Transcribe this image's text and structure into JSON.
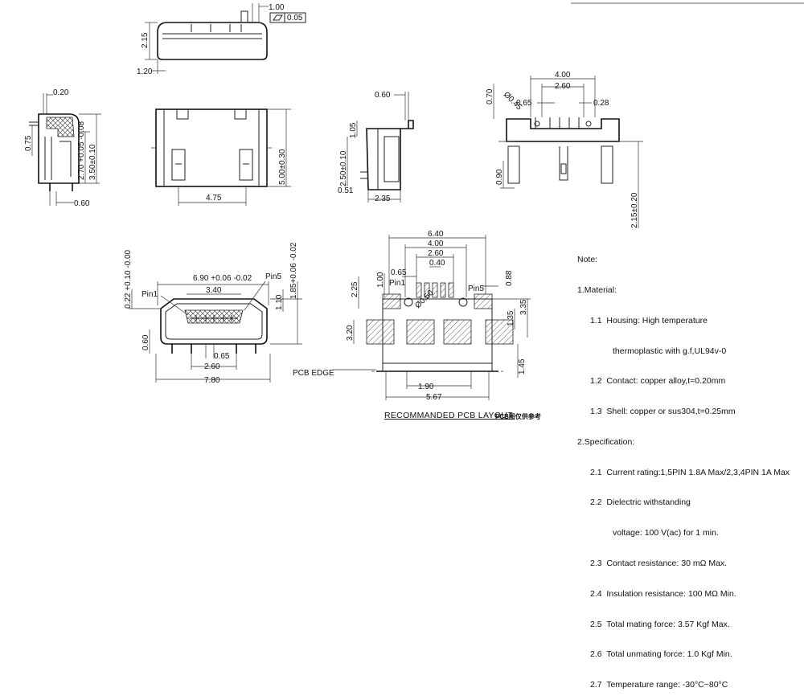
{
  "dims": {
    "top_width_1_00": "1.00",
    "flatness_tol": "0.05",
    "top_h_2_15": "2.15",
    "top_1_20": "1.20",
    "side_0_20": "0.20",
    "side_0_75": "0.75",
    "side_2_70": "2.70",
    "side_2_70_tol": "+0.05 -0.08",
    "side_3_50": "3.50",
    "side_3_50_tol": "±0.10",
    "side_0_60": "0.60",
    "front_4_75": "4.75",
    "front_5_00": "5.00",
    "front_5_00_tol": "±0.30",
    "r_0_60": "0.60",
    "r_1_05": "1.05",
    "r_2_50": "2.50",
    "r_2_50_tol": "±0.10",
    "r_0_51": "0.51",
    "r_2_35": "2.35",
    "t_4_00": "4.00",
    "t_2_60": "2.60",
    "t_0_70": "0.70",
    "t_o0_45": "Ø0.45",
    "t_0_65": "0.65",
    "t_0_28": "0.28",
    "t_0_90": "0.90",
    "t_2_15": "2.15",
    "t_2_15_tol": "±0.20",
    "b_0_22": "0.22",
    "b_0_22_tol": "+0.10 -0.00",
    "b_6_90": "6.90",
    "b_6_90_tol": "+0.06 -0.02",
    "b_pin5": "Pin5",
    "b_pin1": "Pin1",
    "b_3_40": "3.40",
    "b_1_85": "1.85",
    "b_1_85_tol": "+0.06 -0.02",
    "b_1_10": "1.10",
    "b_0_60": "0.60",
    "b_0_65": "0.65",
    "b_2_60": "2.60",
    "b_7_80": "7.80",
    "p_6_40": "6.40",
    "p_4_00": "4.00",
    "p_2_60": "2.60",
    "p_0_40": "0.40",
    "p_0_65": "0.65",
    "p_1_00": "1.00",
    "p_pin1": "Pin1",
    "p_pin5": "Pin5",
    "p_0_88": "0.88",
    "p_2_25": "2.25",
    "p_3_35": "3.35",
    "p_1_35": "1.35",
    "p_o0_50": "Ø0.50",
    "p_3_20": "3.20",
    "p_1_45": "1.45",
    "p_1_90": "1.90",
    "p_5_67": "5.67",
    "p_edge": "PCB EDGE"
  },
  "notes": {
    "heading": "Note:",
    "material": "1.Material:",
    "housing_1": "1.1  Housing: High temperature",
    "housing_2": "thermoplastic with g.f,UL94v-0",
    "contact": "1.2  Contact: copper alloy,t=0.20mm",
    "shell": "1.3  Shell: copper or sus304,t=0.25mm",
    "spec": "2.Specification:",
    "current": "2.1  Current rating:1,5PIN 1.8A Max/2,3,4PIN 1A Max",
    "dielectric_1": "2.2  Dielectric withstanding",
    "dielectric_2": "voltage: 100 V(ac) for 1 min.",
    "contact_res": "2.3  Contact resistance: 30 mΩ Max.",
    "insulation": "2.4  Insulation resistance: 100 MΩ Min.",
    "mating": "2.5  Total mating force: 3.57 Kgf Max.",
    "unmating": "2.6  Total unmating force: 1.0 Kgf Min.",
    "temperature": "2.7  Temperature range: -30°C~80°C"
  },
  "footer": {
    "pcb_layout_title": "RECOMMANDED PCB LAYOUT",
    "pcb_layout_note": "PCB图仅供参考"
  }
}
